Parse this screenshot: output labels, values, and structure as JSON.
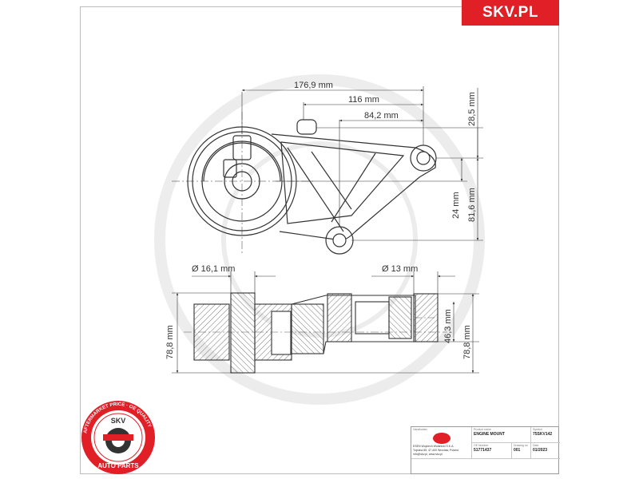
{
  "brand": {
    "name": "SKV.PL",
    "color": "#e01f26"
  },
  "dimensions": {
    "top_view": {
      "width_overall": "176,9 mm",
      "width_mid": "116 mm",
      "width_inner": "84,2 mm",
      "height_top": "28,5 mm",
      "height_mid": "24 mm",
      "height_overall": "81,6 mm"
    },
    "side_view": {
      "dia_left": "Ø 16,1 mm",
      "dia_right": "Ø 13 mm",
      "height_left": "78,8 mm",
      "height_inner": "46,3 mm",
      "height_right": "78,8 mm"
    }
  },
  "stamp": {
    "ring_text": "AFTERMARKET PRICE · OE QUALITY",
    "bottom_text": "AUTO PARTS",
    "center_text": "SKV",
    "color": "#e01f26"
  },
  "title_block": {
    "company_label": "Handlowiec",
    "product_name_label": "Product name",
    "product_name": "ENGINE MOUNT",
    "symbol_label": "Symbol",
    "symbol": "75SKV142",
    "address_line1": "ESEN Wojciech Wolanicki S.K.A.",
    "address_line2": "Topolna 65, 47-400 Wrocław, Poland",
    "address_line3": "info@skv.pl, www.skv.pl",
    "oe_label": "OE Number",
    "oe_number": "51771437",
    "drawing_label": "Drawing no",
    "drawing_no": "001",
    "date_label": "Date",
    "date": "01/2023"
  }
}
